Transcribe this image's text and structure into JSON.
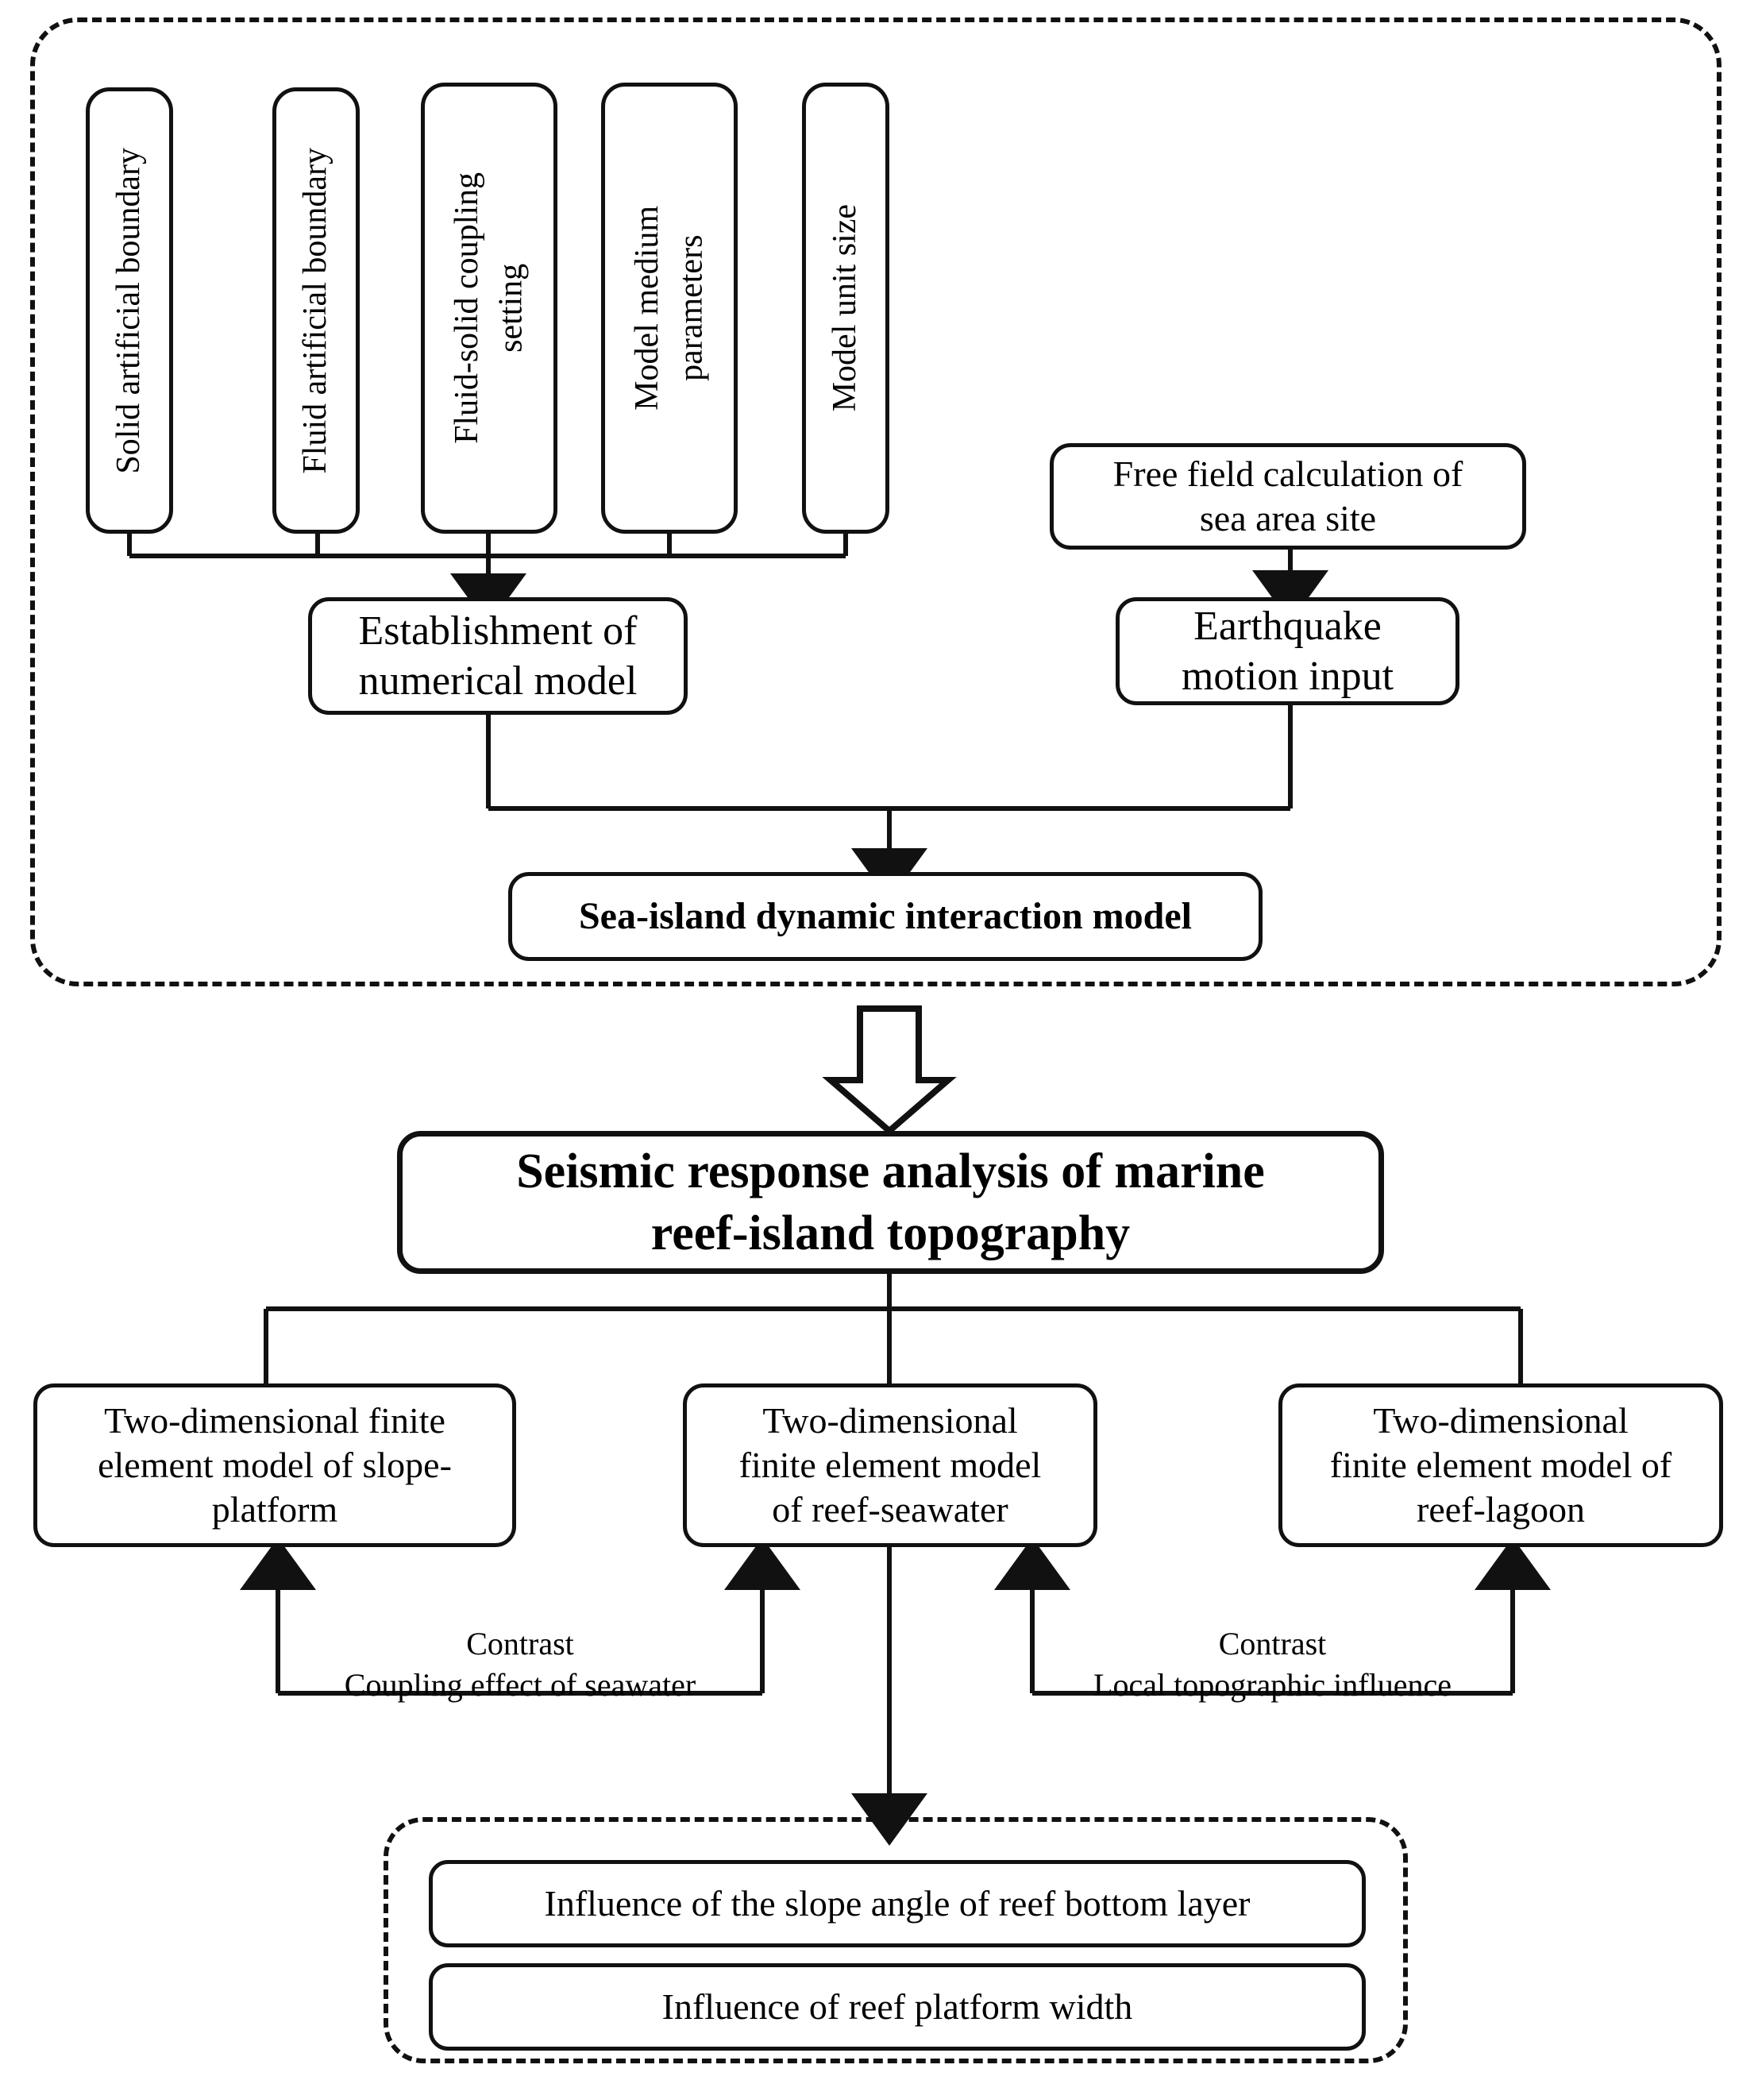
{
  "diagram": {
    "title": "Seismic response analysis flowchart of marine reef-island topography",
    "groups": {
      "model_group_label": "",
      "results_group_label": ""
    },
    "parameter_boxes": [
      {
        "id": "solid-artificial-boundary",
        "label": "Solid artificial boundary"
      },
      {
        "id": "fluid-artificial-boundary",
        "label": "Fluid artificial boundary"
      },
      {
        "id": "fluid-solid-coupling-setting",
        "label": "Fluid-solid coupling\nsetting"
      },
      {
        "id": "model-medium-parameters",
        "label": "Model medium\nparameters"
      },
      {
        "id": "model-unit-size",
        "label": "Model unit size"
      }
    ],
    "nodes": {
      "establishment": "Establishment of\nnumerical model",
      "free_field": "Free field calculation of\nsea area site",
      "earthquake_input": "Earthquake\nmotion input",
      "sea_island_model": "Sea-island dynamic interaction model",
      "main_title": "Seismic response analysis of marine\nreef-island topography",
      "model_slope_platform": "Two-dimensional finite\nelement model of slope-\nplatform",
      "model_reef_seawater": "Two-dimensional\nfinite element model\nof  reef-seawater",
      "model_reef_lagoon": "Two-dimensional\nfinite element model of\nreef-lagoon",
      "influence_slope_angle": "Influence of the slope angle of reef bottom layer",
      "influence_platform_width": "Influence of reef platform width"
    },
    "edge_labels": {
      "contrast_left": "Contrast\nCoupling effect of seawater",
      "contrast_right": "Contrast\nLocal topographic influence"
    },
    "colors": {
      "stroke": "#111111",
      "background": "#ffffff",
      "text": "#000000"
    }
  }
}
